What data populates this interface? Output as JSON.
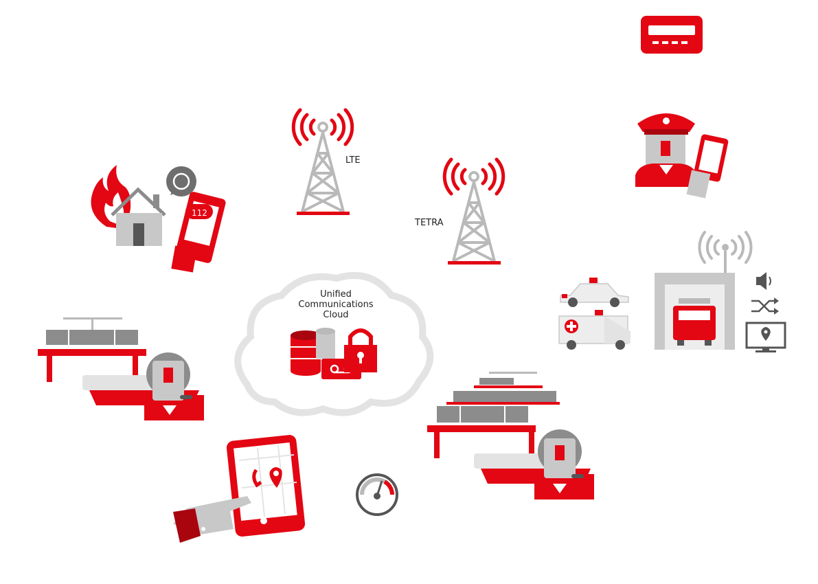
{
  "labels": {
    "lte": "LTE",
    "tetra": "TETRA",
    "cloud_line1": "Unified",
    "cloud_line2": "Communications",
    "cloud_line3": "Cloud",
    "emergency_number": "112"
  },
  "colors": {
    "accent": "#e30613",
    "dark_red": "#a8050f",
    "gray": "#b9b9b9",
    "dark_gray": "#8c8c8c",
    "light_gray": "#e3e3e3"
  },
  "icons": [
    "pager-icon",
    "police-officer-icon",
    "lte-tower-icon",
    "tetra-tower-icon",
    "fire-icon",
    "house-icon",
    "whatsapp-icon",
    "smartphone-icon",
    "cloud-icon",
    "database-icon",
    "voicemail-icon",
    "lock-icon",
    "police-car-icon",
    "ambulance-icon",
    "fire-station-icon",
    "speaker-icon",
    "shuffle-icon",
    "map-monitor-icon",
    "dispatcher-icon",
    "tablet-map-icon",
    "gauge-icon"
  ]
}
